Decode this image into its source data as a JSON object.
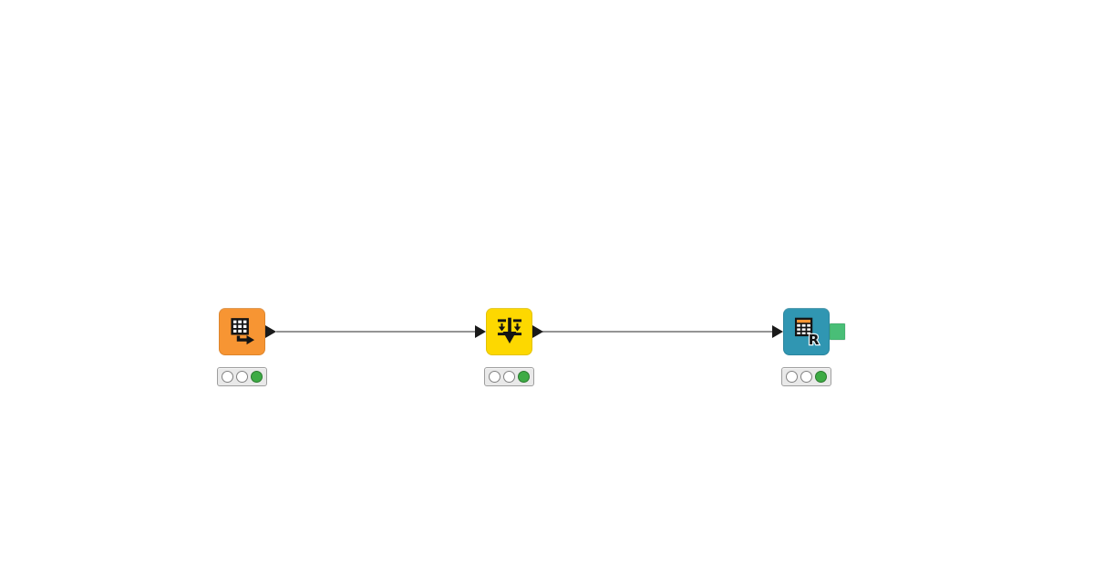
{
  "canvas": {
    "background_color": "#FFFFFF"
  },
  "workflow": {
    "nodes": [
      {
        "id": "node-1",
        "color": "#F79533",
        "icon": "table-with-arrow-icon",
        "input_ports": [],
        "output_ports": [
          "data-triangle"
        ],
        "status_lights": [
          "off",
          "off",
          "green"
        ]
      },
      {
        "id": "node-2",
        "color": "#FDD800",
        "icon": "down-arrows-to-bars-icon",
        "input_ports": [
          "data-triangle"
        ],
        "output_ports": [
          "data-triangle"
        ],
        "status_lights": [
          "off",
          "off",
          "green"
        ]
      },
      {
        "id": "node-3",
        "color": "#3096B2",
        "icon": "table-to-r-icon",
        "icon_letter": "R",
        "input_ports": [
          "data-triangle"
        ],
        "output_ports": [
          "green-square"
        ],
        "status_lights": [
          "off",
          "off",
          "green"
        ]
      }
    ],
    "connections": [
      {
        "from": "node-1",
        "to": "node-2"
      },
      {
        "from": "node-2",
        "to": "node-3"
      }
    ],
    "colors": {
      "port_triangle": "#1A1A1A",
      "edge": "#707070",
      "status_light_on": "#3DAB44",
      "status_light_off": "#FFFFFF",
      "r_output_port_green": "#49BE77",
      "icon_ink": "#141414",
      "icon_table_header": "#F79533",
      "status_bar_background": "#E9E9E9"
    }
  }
}
